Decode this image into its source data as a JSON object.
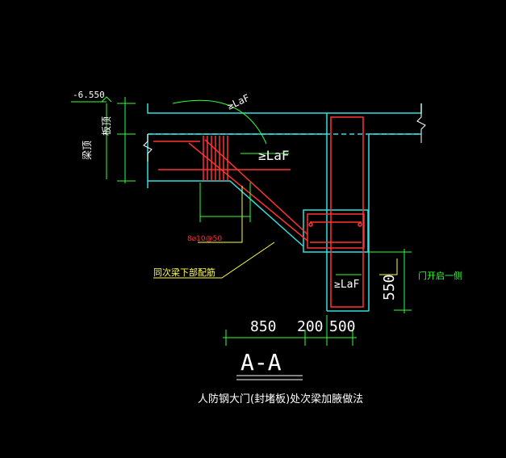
{
  "drawing": {
    "elevation": "-6.550",
    "label_beam_top": "梁顶",
    "label_slab_top": "板顶",
    "laf_main": "≥LaF",
    "laf_small": "≥LaF",
    "laf_arc": "≥LaF",
    "rebar_note": "8⌀10@50",
    "secondary_beam_note": "同次梁下部配筋",
    "door_note": "门开启一侧",
    "dim_550": "550",
    "dim_850": "850",
    "dim_200": "200",
    "dim_500": "500",
    "section_label": "A-A",
    "caption": "人防钢大门(封堵板)处次梁加腋做法"
  },
  "colors": {
    "background": "#000000",
    "outline": "#33dddd",
    "rebar": "#ff3333",
    "dimension": "#33ff33",
    "text": "#ffffff",
    "leader": "#ffff44"
  }
}
